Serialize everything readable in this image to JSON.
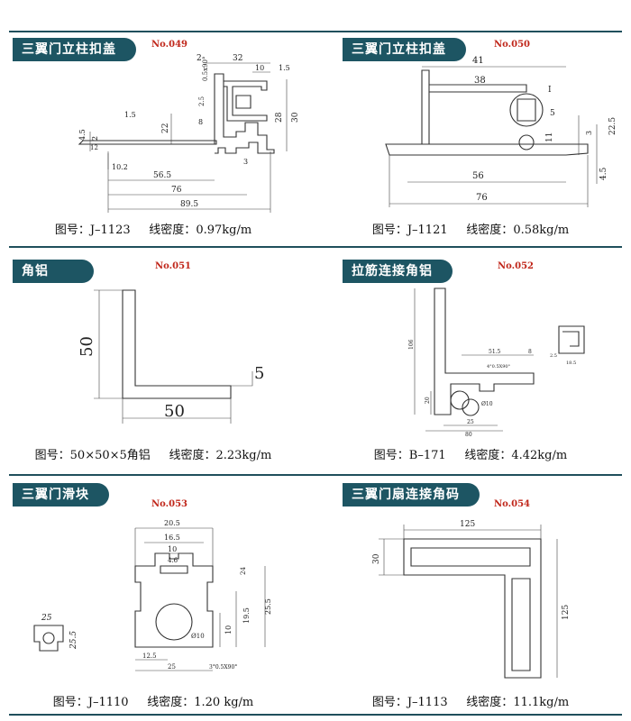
{
  "panels": [
    {
      "title": "三翼门立柱扣盖",
      "no": "No.049",
      "caption_label": "图号：",
      "code": "J–1123",
      "density_label": "线密度：",
      "density": "0.97kg/m",
      "dims": {
        "d32": "32",
        "d2a": "2",
        "d10": "10",
        "d1_5a": "1.5",
        "d0_5x90": "0.5x90°",
        "d2_5": "2.5",
        "d28": "28",
        "d30": "30",
        "d22": "22",
        "d1_5b": "1.5",
        "d4_5": "4.5",
        "d2b": "2",
        "d12": "12",
        "d10_2": "10.2",
        "d56_5": "56.5",
        "d76": "76",
        "d89_5": "89.5",
        "d8": "8",
        "d3": "3"
      }
    },
    {
      "title": "三翼门立柱扣盖",
      "no": "No.050",
      "caption_label": "图号：",
      "code": "J–1121",
      "density_label": "线密度：",
      "density": "0.58kg/m",
      "dims": {
        "d41": "41",
        "d38": "38",
        "dI": "I",
        "d5": "5",
        "d22_5": "22.5",
        "d11": "11",
        "d3": "3",
        "d4_5": "4.5",
        "d56": "56",
        "d76": "76"
      }
    },
    {
      "title": "角铝",
      "no": "No.051",
      "caption_label": "图号：",
      "code": "50×50×5角铝",
      "density_label": "线密度：",
      "density": "2.23kg/m",
      "dims": {
        "d50v": "50",
        "d5": "5",
        "d50h": "50"
      }
    },
    {
      "title": "拉筋连接角铝",
      "no": "No.052",
      "caption_label": "图号：",
      "code": "B–171",
      "density_label": "线密度：",
      "density": "4.42kg/m",
      "dims": {
        "d106": "106",
        "d51_5": "51.5",
        "d8": "8",
        "d4x90": "4°0.5X90°",
        "d20": "20",
        "d25": "25",
        "d80": "80",
        "d10": "Ø10",
        "d18_5": "18.5",
        "d2_5": "2.5"
      }
    },
    {
      "title": "三翼门滑块",
      "no": "No.053",
      "caption_label": "图号：",
      "code": "J–1110",
      "density_label": "线密度：",
      "density": "1.20 kg/m",
      "dims": {
        "d20_5": "20.5",
        "d16_5": "16.5",
        "d10": "10",
        "d4_6": "4.6",
        "d24": "24",
        "d25_5": "25.5",
        "d19_5": "19.5",
        "d10b": "10",
        "d10c": "Ø10",
        "d12_5": "12.5",
        "d25": "25",
        "d3x": "3°0.5X90°",
        "s25": "25",
        "s25_5": "25.5"
      }
    },
    {
      "title": "三翼门扇连接角码",
      "no": "No.054",
      "caption_label": "图号：",
      "code": "J–1113",
      "density_label": "线密度：",
      "density": "11.1kg/m",
      "dims": {
        "d125h": "125",
        "d30": "30",
        "d125v": "125"
      }
    }
  ]
}
